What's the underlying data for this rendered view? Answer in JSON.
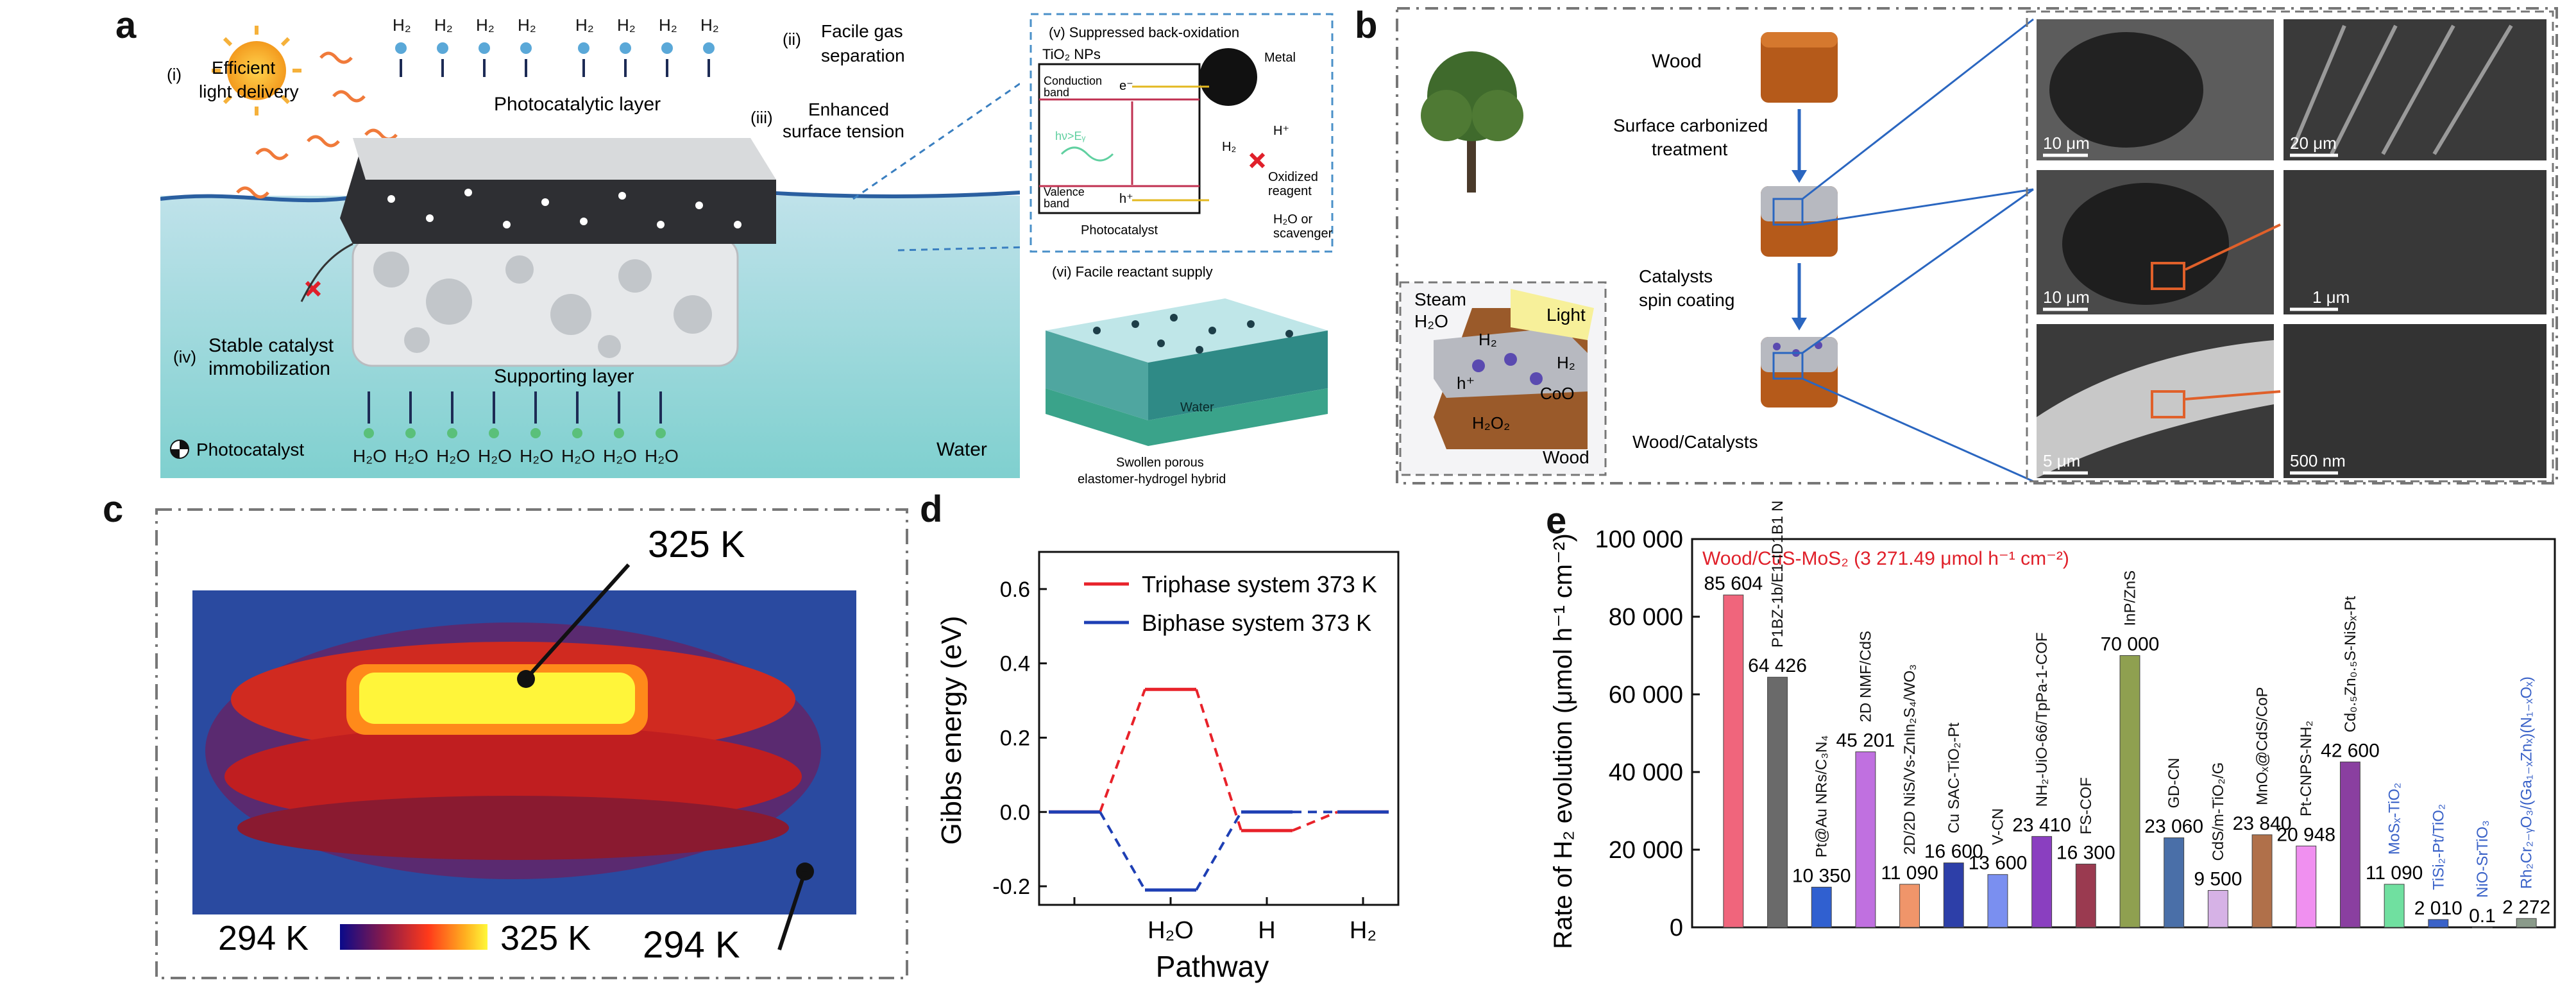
{
  "panel_labels": [
    "a",
    "b",
    "c",
    "d",
    "e"
  ],
  "panel_a": {
    "h2": "H₂",
    "h2o": "H₂O",
    "i": "(i)",
    "i_text": [
      "Efficient",
      "light delivery"
    ],
    "ii": "(ii)",
    "ii_text": [
      "Facile gas",
      "separation"
    ],
    "iii": "(iii)",
    "iii_text": [
      "Enhanced",
      "surface tension"
    ],
    "iv": "(iv)",
    "iv_text": [
      "Stable catalyst",
      "immobilization"
    ],
    "photocatalytic_layer": "Photocatalytic layer",
    "supporting_layer": "Supporting layer",
    "legend": "Photocatalyst",
    "water": "Water",
    "inset_v": {
      "title": "(v)  Suppressed back-oxidation",
      "tio2": "TiO₂ NPs",
      "metal": "Metal",
      "conduction": [
        "Conduction",
        "band"
      ],
      "valence": [
        "Valence",
        "band"
      ],
      "e": "e⁻",
      "h": "h⁺",
      "hv": "hν>Eᵧ",
      "hplus": "H⁺",
      "h2": "H₂",
      "oxidized": [
        "Oxidized",
        "reagent"
      ],
      "scavenger": [
        "H₂O or",
        "scavenger"
      ],
      "caption": "Photocatalyst"
    },
    "inset_vi": {
      "title": "(vi)  Facile reactant supply",
      "water": "Water",
      "caption": [
        "Swollen porous",
        "elastomer-hydrogel hybrid"
      ]
    }
  },
  "panel_b": {
    "wood": "Wood",
    "step1": [
      "Surface carbonized",
      "treatment"
    ],
    "step2": [
      "Catalysts",
      "spin coating"
    ],
    "result": "Wood/Catalysts",
    "inset": {
      "steam": "Steam",
      "h2o": "H₂O",
      "light": "Light",
      "h2": "H₂",
      "h2b": "H₂",
      "h": "h⁺",
      "coo": "CoO",
      "h2o2": "H₂O₂",
      "wood": "Wood"
    },
    "sem_scales": [
      "10 μm",
      "20 μm",
      "10 μm",
      "1 μm",
      "5 μm",
      "500 nm"
    ]
  },
  "panel_c": {
    "hot_label": "325 K",
    "cold_label": "294 K",
    "scale_min": "294 K",
    "scale_max": "325 K"
  },
  "panel_d": {
    "chart_data": {
      "type": "line",
      "xlabel": "Pathway",
      "ylabel": "Gibbs energy (eV)",
      "categories": [
        "",
        "H₂O",
        "H",
        "H₂"
      ],
      "ylim": [
        -0.25,
        0.7
      ],
      "yticks": [
        "-0.2",
        "0.0",
        "0.2",
        "0.4",
        "0.6"
      ],
      "series": [
        {
          "name": "Triphase system 373 K",
          "color": "#e8222a",
          "values": [
            0.0,
            0.33,
            -0.05,
            0.0
          ]
        },
        {
          "name": "Biphase system 373 K",
          "color": "#1e3fb4",
          "values": [
            0.0,
            -0.21,
            0.0,
            0.0
          ]
        }
      ]
    }
  },
  "panel_e": {
    "chart_data": {
      "type": "bar",
      "ylabel": "Rate of H₂ evolution (μmol h⁻¹ cm⁻²)",
      "ylim": [
        0,
        100000
      ],
      "yticks": [
        "0",
        "20 000",
        "40 000",
        "60 000",
        "80 000",
        "100 000"
      ],
      "highlight": "Wood/CuS-MoS₂ (3 271.49 μmol h⁻¹ cm⁻²)",
      "bars": [
        {
          "value": 85604,
          "value_label": "85 604",
          "name": "",
          "color": "#f0657c",
          "name_color": "#111111"
        },
        {
          "value": 64426,
          "value_label": "64 426",
          "name": "P1BZ-1b/E1-ID1B1 NPS",
          "color": "#6a6a6a",
          "name_color": "#111111"
        },
        {
          "value": 10350,
          "value_label": "10 350",
          "name": "Pt@Au NRs/C₃N₄",
          "color": "#3060d0",
          "name_color": "#111111"
        },
        {
          "value": 45201,
          "value_label": "45 201",
          "name": "2D NMF/CdS",
          "color": "#c070e0",
          "name_color": "#111111"
        },
        {
          "value": 11090,
          "value_label": "11 090",
          "name": "2D/2D NiS/Vs-ZnIn₂S₄/WO₃",
          "color": "#f0956a",
          "name_color": "#111111"
        },
        {
          "value": 16600,
          "value_label": "16 600",
          "name": "Cu SAC-TiO₂-Pt",
          "color": "#2d3fa8",
          "name_color": "#111111"
        },
        {
          "value": 13600,
          "value_label": "13 600",
          "name": "V-CN",
          "color": "#7a8ff0",
          "name_color": "#111111"
        },
        {
          "value": 23410,
          "value_label": "23 410",
          "name": "NH₂-UiO-66/TpPa-1-COF",
          "color": "#8a3fc0",
          "name_color": "#111111"
        },
        {
          "value": 16300,
          "value_label": "16 300",
          "name": "FS-COF",
          "color": "#9a3a50",
          "name_color": "#111111"
        },
        {
          "value": 70000,
          "value_label": "70 000",
          "name": "InP/ZnS",
          "color": "#8fa050",
          "name_color": "#111111"
        },
        {
          "value": 23060,
          "value_label": "23 060",
          "name": "GD-CN",
          "color": "#4a6fa8",
          "name_color": "#111111"
        },
        {
          "value": 9500,
          "value_label": "9 500",
          "name": "CdS/m-TiO₂/G",
          "color": "#d6b2e6",
          "name_color": "#111111"
        },
        {
          "value": 23840,
          "value_label": "23 840",
          "name": "MnOₓ@CdS/CoP",
          "color": "#b0704a",
          "name_color": "#111111"
        },
        {
          "value": 20948,
          "value_label": "20 948",
          "name": "Pt-CNPS-NH₂",
          "color": "#f090f0",
          "name_color": "#111111"
        },
        {
          "value": 42600,
          "value_label": "42 600",
          "name": "Cd₀.₅Zn₀.₅S-NiSₓ-Pt",
          "color": "#8a3fa0",
          "name_color": "#111111"
        },
        {
          "value": 11090,
          "value_label": "11 090",
          "name": "MoSₓ-TiO₂",
          "color": "#70e0a0",
          "name_color": "#3a62c8"
        },
        {
          "value": 2010,
          "value_label": "2 010",
          "name": "TiSi₂-Pt/TiO₂",
          "color": "#3a62c8",
          "name_color": "#3a62c8"
        },
        {
          "value": 0.1,
          "value_label": "0.1",
          "name": "NiO-SrTiO₃",
          "color": "#3a62c8",
          "name_color": "#3a62c8"
        },
        {
          "value": 2272,
          "value_label": "2 272",
          "name": "Rh₂Cr₂₋ᵧO₃/(Ga₁₋ₓZnₓ)(N₁₋ₓOₓ)",
          "color": "#8a9a8a",
          "name_color": "#3a62c8"
        }
      ]
    }
  }
}
